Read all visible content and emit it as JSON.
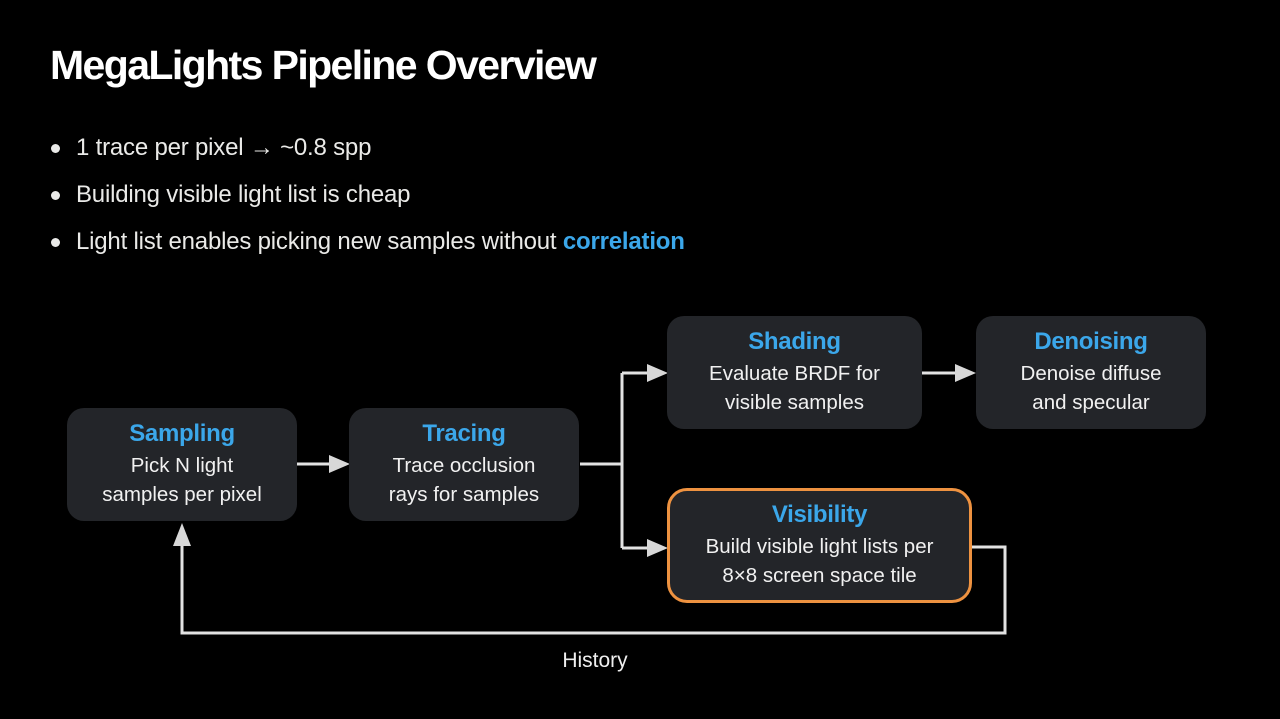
{
  "slide_title": "MegaLights Pipeline Overview",
  "bullets": [
    {
      "text": "1 trace per pixel → ~0.8 spp",
      "highlight": ""
    },
    {
      "text": "Building visible light list is cheap",
      "highlight": ""
    },
    {
      "text": "Light list enables picking new samples without ",
      "highlight": "correlation"
    }
  ],
  "diagram": {
    "nodes": {
      "sampling": {
        "title": "Sampling",
        "body": [
          "Pick N light",
          "samples per pixel"
        ]
      },
      "tracing": {
        "title": "Tracing",
        "body": [
          "Trace occlusion",
          "rays for samples"
        ]
      },
      "shading": {
        "title": "Shading",
        "body": [
          "Evaluate BRDF for",
          "visible samples"
        ]
      },
      "denoising": {
        "title": "Denoising",
        "body": [
          "Denoise diffuse",
          "and specular"
        ]
      },
      "visibility": {
        "title": "Visibility",
        "body": [
          "Build visible light lists per",
          "8×8 screen space tile"
        ]
      }
    },
    "history_label": "History"
  },
  "colors": {
    "background": "#000000",
    "node_background": "#232529",
    "accent_blue": "#3BA7EA",
    "visibility_border_orange": "#EE9240",
    "connector_gray": "#E2E2E2",
    "body_text": "#EAEAE8"
  }
}
